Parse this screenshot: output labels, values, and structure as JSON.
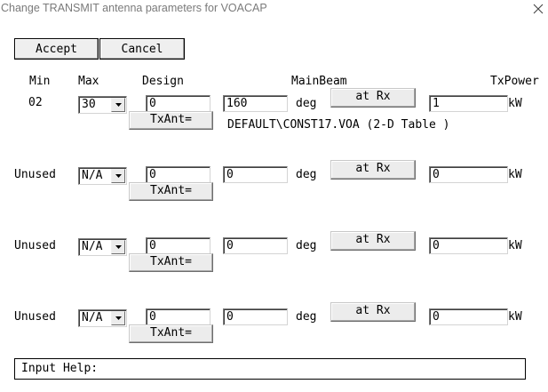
{
  "window": {
    "title": "Change TRANSMIT antenna parameters for VOACAP",
    "close_icon": "close-icon"
  },
  "toolbar": {
    "accept_label": "Accept",
    "cancel_label": "Cancel"
  },
  "headers": {
    "min": "Min",
    "max": "Max",
    "design": "Design",
    "mainbeam": "MainBeam",
    "txpower": "TxPower"
  },
  "rows": [
    {
      "label": "02",
      "max_value": "30",
      "design_value": "0",
      "txant_label": "TxAnt=",
      "mainbeam_value": "160",
      "deg_label": "deg",
      "atrx_label": "at Rx",
      "power_value": "1",
      "kw_label": "kW",
      "file_info": "DEFAULT\\CONST17.VOA  (2-D Table )"
    },
    {
      "label": "Unused",
      "max_value": "N/A",
      "design_value": "0",
      "txant_label": "TxAnt=",
      "mainbeam_value": "0",
      "deg_label": "deg",
      "atrx_label": "at Rx",
      "power_value": "0",
      "kw_label": "kW"
    },
    {
      "label": "Unused",
      "max_value": "N/A",
      "design_value": "0",
      "txant_label": "TxAnt=",
      "mainbeam_value": "0",
      "deg_label": "deg",
      "atrx_label": "at Rx",
      "power_value": "0",
      "kw_label": "kW"
    },
    {
      "label": "Unused",
      "max_value": "N/A",
      "design_value": "0",
      "txant_label": "TxAnt=",
      "mainbeam_value": "0",
      "deg_label": "deg",
      "atrx_label": "at Rx",
      "power_value": "0",
      "kw_label": "kW"
    }
  ],
  "help": {
    "label": "Input Help:"
  }
}
